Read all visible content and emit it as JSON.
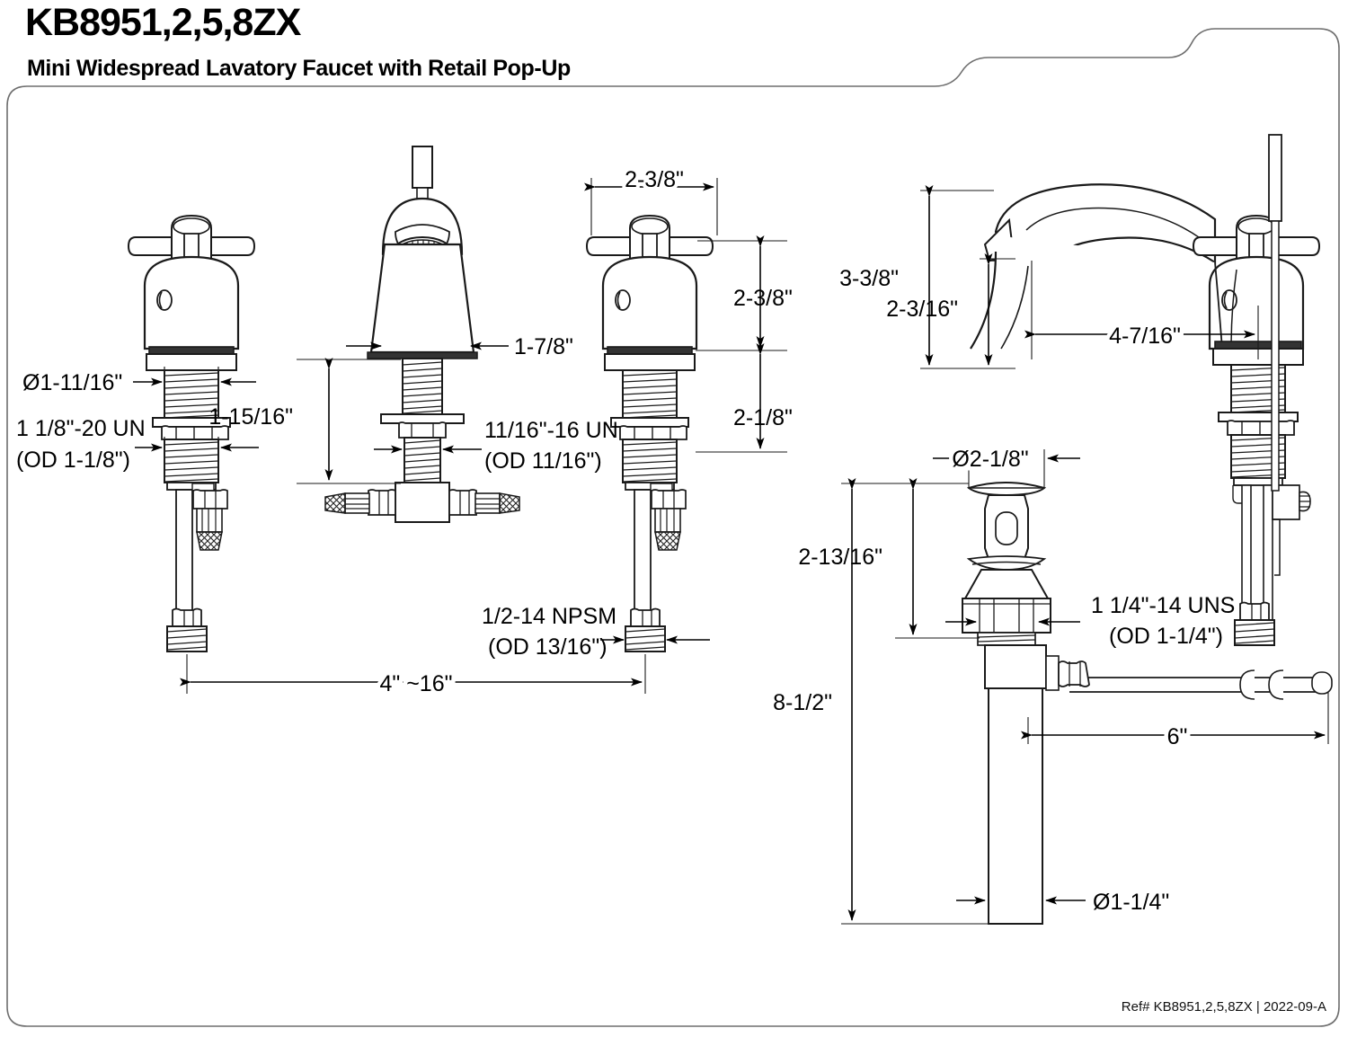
{
  "header": {
    "model_title": "KB8951,2,5,8ZX",
    "subtitle": "Mini Widespread Lavatory Faucet with Retail Pop-Up"
  },
  "footer": {
    "reference": "Ref# KB8951,2,5,8ZX | 2022-09-A"
  },
  "drawing": {
    "type": "technical-dimension-drawing",
    "product": "Mini Widespread Lavatory Faucet with Retail Pop-Up",
    "views": [
      {
        "name": "front-view",
        "description": "Two cross handles with center spout, shanks, tee connector and supply hoses"
      },
      {
        "name": "side-view",
        "description": "Side profile of spout and handle showing height and reach"
      },
      {
        "name": "pop-up-drain-view",
        "description": "Retail pop-up drain assembly with stopper, body, tailpiece and lift rod"
      }
    ],
    "dimensions": {
      "handle_shank_diameter": "Ø1-11/16\"",
      "handle_thread": "1 1/8\"-20 UN",
      "handle_thread_od": "(OD 1-1/8\")",
      "spout_base_width": "1-7/8\"",
      "spout_shank_length": "1-15/16\"",
      "spout_thread": "11/16\"-16 UN",
      "spout_thread_od": "(OD 11/16\")",
      "handle_width": "2-3/8\"",
      "handle_height": "2-3/8\"",
      "shank_height": "2-1/8\"",
      "supply_thread": "1/2-14 NPSM",
      "supply_thread_od": "(OD 13/16\")",
      "center_spread": "4\" ~16\"",
      "overall_height": "3-3/8\"",
      "spout_height": "2-3/16\"",
      "spout_reach": "4-7/16\"",
      "stopper_diameter": "Ø2-1/8\"",
      "popup_upper_height": "2-13/16\"",
      "popup_thread": "1 1/4\"-14 UNS",
      "popup_thread_od": "(OD 1-1/4\")",
      "popup_overall_height": "8-1/2\"",
      "lift_rod_length": "6\"",
      "tailpiece_diameter": "Ø1-1/4\""
    }
  },
  "colors": {
    "line": "#1a1a1a",
    "border": "#6e6e6e",
    "text": "#000000",
    "fill": "#ffffff"
  }
}
